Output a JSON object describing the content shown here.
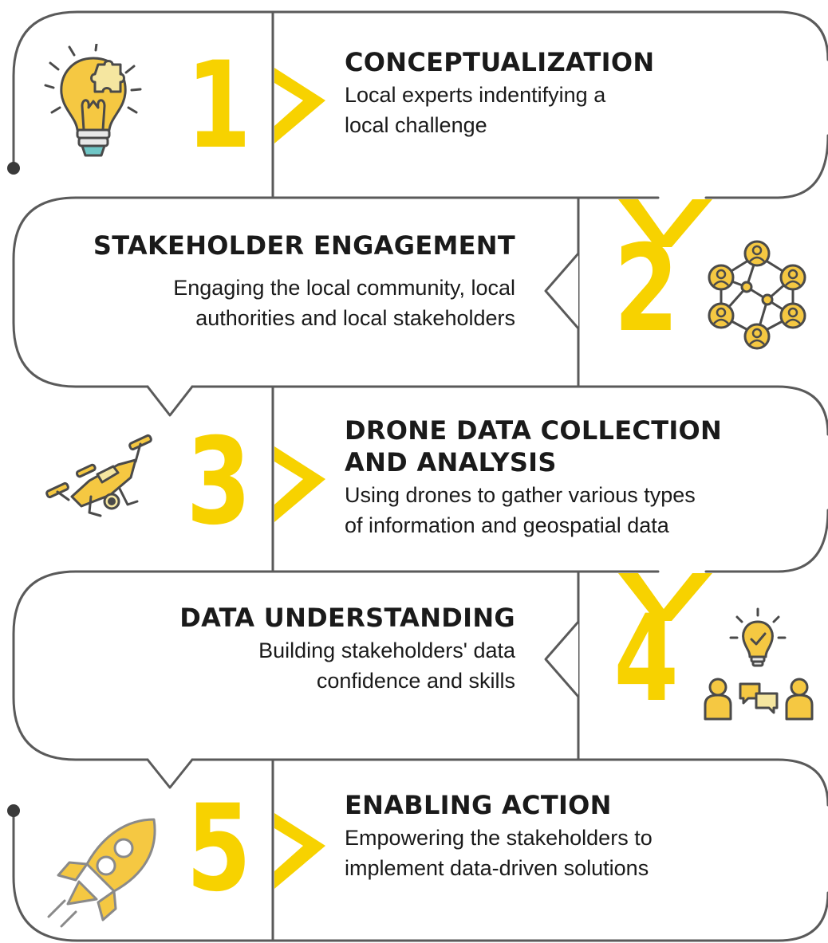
{
  "colors": {
    "accent": "#f7d200",
    "line": "#5a5a5a",
    "text": "#1a1a1a",
    "icon_fill": "#f5c842"
  },
  "steps": [
    {
      "number": "1",
      "title": "CONCEPTUALIZATION",
      "description": "Local experts indentifying a local challenge",
      "desc_lines": [
        "Local experts indentifying a",
        "local challenge"
      ],
      "icon": "lightbulb-puzzle-icon"
    },
    {
      "number": "2",
      "title": "STAKEHOLDER ENGAGEMENT",
      "description": "Engaging the local community, local authorities and local stakeholders",
      "desc_lines": [
        "Engaging the local community, local",
        "authorities and local stakeholders"
      ],
      "icon": "network-people-icon"
    },
    {
      "number": "3",
      "title_lines": [
        "DRONE DATA COLLECTION",
        "AND ANALYSIS"
      ],
      "description": "Using drones to gather various types of information and geospatial data",
      "desc_lines": [
        "Using drones to gather various types",
        "of information and geospatial data"
      ],
      "icon": "drone-icon"
    },
    {
      "number": "4",
      "title": "DATA UNDERSTANDING",
      "description": "Building stakeholders' data confidence and skills",
      "desc_lines": [
        "Building stakeholders' data",
        "confidence and skills"
      ],
      "icon": "people-idea-icon"
    },
    {
      "number": "5",
      "title": "ENABLING ACTION",
      "description": "Empowering the stakeholders to implement data-driven solutions",
      "desc_lines": [
        "Empowering the stakeholders to",
        "implement data-driven solutions"
      ],
      "icon": "rocket-icon"
    }
  ]
}
